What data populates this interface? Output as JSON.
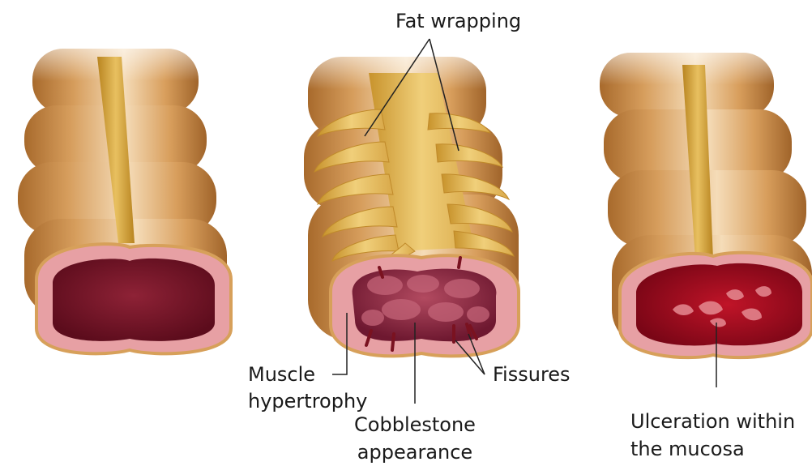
{
  "labels": {
    "fat_wrapping": "Fat wrapping",
    "muscle_line1": "Muscle",
    "muscle_line2": "hypertrophy",
    "cobble_line1": "Cobblestone",
    "cobble_line2": "appearance",
    "fissures": "Fissures",
    "ulcer_line1": "Ulceration within",
    "ulcer_line2": "the mucosa"
  },
  "colors": {
    "bowel_dark": "#b27431",
    "bowel_mid": "#dba466",
    "bowel_light": "#f4d6ae",
    "rim": "#d7a05a",
    "mucosa_pink": "#e7a0a4",
    "mucosa_inner_normal": "#7a1326",
    "mucosa_inner_ulcer": "#9c0a1c",
    "mesentery": "#d4a43c",
    "fat": "#e0b24a",
    "fissure": "#7a1220",
    "leader": "#222222"
  }
}
